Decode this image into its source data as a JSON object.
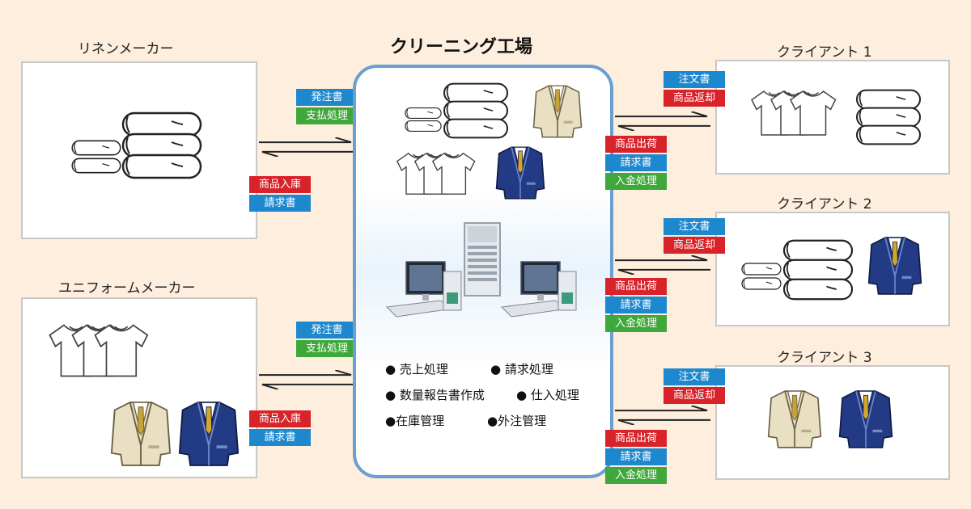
{
  "factory": {
    "title": "クリーニング工場",
    "tasks": [
      "● 売上処理",
      "● 請求処理",
      "● 数量報告書作成",
      "● 仕入処理",
      "●在庫管理",
      "●外注管理"
    ]
  },
  "suppliers": [
    {
      "name": "リネンメーカー",
      "tags_out": [
        "発注書",
        "支払処理"
      ],
      "tags_in": [
        "商品入庫",
        "請求書"
      ]
    },
    {
      "name": "ユニフォームメーカー",
      "tags_out": [
        "発注書",
        "支払処理"
      ],
      "tags_in": [
        "商品入庫",
        "請求書"
      ]
    }
  ],
  "clients": [
    {
      "name": "クライアント 1",
      "tags_in": [
        "注文書",
        "商品返却"
      ],
      "tags_out": [
        "商品出荷",
        "請求書",
        "入金処理"
      ]
    },
    {
      "name": "クライアント 2",
      "tags_in": [
        "注文書",
        "商品返却"
      ],
      "tags_out": [
        "商品出荷",
        "請求書",
        "入金処理"
      ]
    },
    {
      "name": "クライアント 3",
      "tags_in": [
        "注文書",
        "商品返却"
      ],
      "tags_out": [
        "商品出荷",
        "請求書",
        "入金処理"
      ]
    }
  ],
  "icons": [
    "towel-stack-icon",
    "tshirt-icon",
    "beige-jacket-icon",
    "navy-jacket-icon",
    "server-icon",
    "desktop-pc-icon"
  ],
  "colors": {
    "frame": "#6a9fd2",
    "tag_blue": "#1e88cf",
    "tag_green": "#3fa83a",
    "tag_red": "#d8232a",
    "background": "#fdeedd"
  }
}
